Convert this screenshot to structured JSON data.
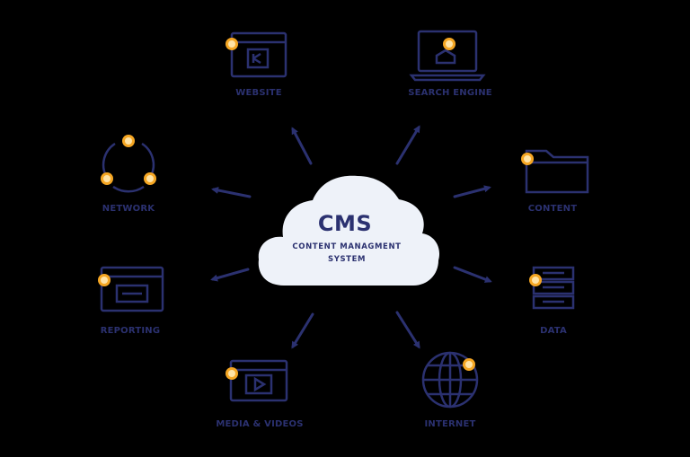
{
  "colors": {
    "background": "#000000",
    "navy": "#2b3170",
    "cloud": "#eef2f9",
    "dot_fill": "#ffe3a6",
    "dot_ring": "#f5a623"
  },
  "center": {
    "title": "CMS",
    "subtitle_line1": "CONTENT MANAGMENT",
    "subtitle_line2": "SYSTEM"
  },
  "nodes": [
    {
      "id": "website",
      "label": "WEBSITE",
      "icon": "browser-window-icon"
    },
    {
      "id": "search",
      "label": "SEARCH ENGINE",
      "icon": "laptop-icon"
    },
    {
      "id": "network",
      "label": "NETWORK",
      "icon": "network-cycle-icon"
    },
    {
      "id": "content",
      "label": "CONTENT",
      "icon": "folder-icon"
    },
    {
      "id": "reporting",
      "label": "REPORTING",
      "icon": "report-window-icon"
    },
    {
      "id": "data",
      "label": "DATA",
      "icon": "server-icon"
    },
    {
      "id": "media",
      "label": "MEDIA & VIDEOS",
      "icon": "video-player-icon"
    },
    {
      "id": "internet",
      "label": "INTERNET",
      "icon": "globe-icon"
    }
  ]
}
